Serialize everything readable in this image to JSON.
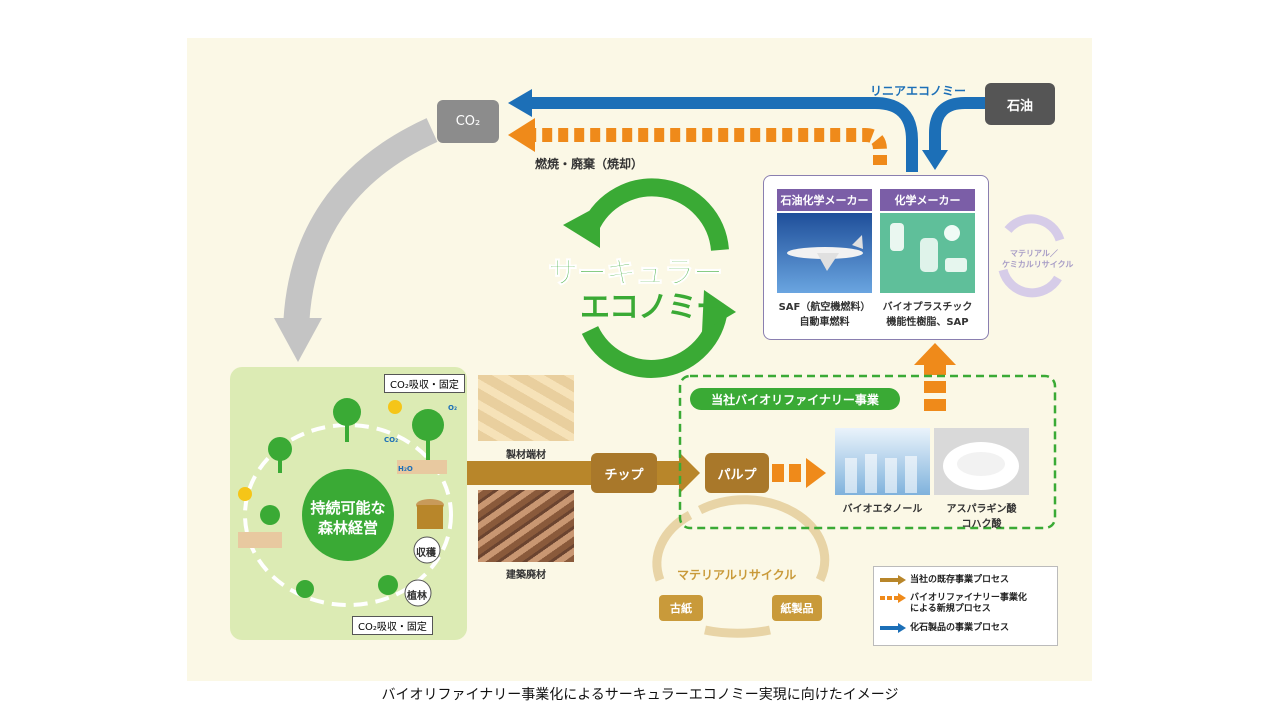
{
  "diagram": {
    "co2_top": "CO₂",
    "oil": "石油",
    "linear_economy": "リニアエコノミー",
    "combustion": "燃焼・廃棄（焼却）",
    "circular_line1": "サーキュラー",
    "circular_line2": "エコノミー",
    "petro_maker": "石油化学メーカー",
    "chem_maker": "化学メーカー",
    "saf_line1": "SAF（航空機燃料）",
    "saf_line2": "自動車燃料",
    "bio_line1": "バイオプラスチック",
    "bio_line2": "機能性樹脂、SAP",
    "recycle_line1": "マテリアル／",
    "recycle_line2": "ケミカルリサイクル",
    "co2_absorb_top": "CO₂吸収・固定",
    "co2_absorb_bottom": "CO₂吸収・固定",
    "forest_line1": "持続可能な",
    "forest_line2": "森林経営",
    "harvest": "収穫",
    "planting": "植林",
    "co2_small": "CO₂",
    "o2_small": "O₂",
    "h2o_small": "H₂O",
    "lumber_scrap": "製材端材",
    "construction_waste": "建築廃材",
    "chip": "チップ",
    "pulp": "パルプ",
    "biorefinery": "当社バイオリファイナリー事業",
    "bioethanol": "バイオエタノール",
    "amino_line1": "アスパラギン酸",
    "amino_line2": "コハク酸",
    "material_recycle": "マテリアルリサイクル",
    "waste_paper": "古紙",
    "paper_products": "紙製品"
  },
  "legend": [
    {
      "label": "当社の既存事業プロセス",
      "color": "#b8862a",
      "style": "solid"
    },
    {
      "label": "バイオリファイナリー事業化",
      "label2": "による新規プロセス",
      "color": "#ef8a1a",
      "style": "dashed"
    },
    {
      "label": "化石製品の事業プロセス",
      "color": "#1c6fb7",
      "style": "solid"
    }
  ],
  "caption": "バイオリファイナリー事業化によるサーキュラーエコノミー実現に向けたイメージ",
  "colors": {
    "blue": "#1c6fb7",
    "orange": "#ef8a1a",
    "brown": "#b8862a",
    "green": "#3aaa35",
    "purple": "#7b5ea7",
    "gray": "#8c8c8c"
  }
}
